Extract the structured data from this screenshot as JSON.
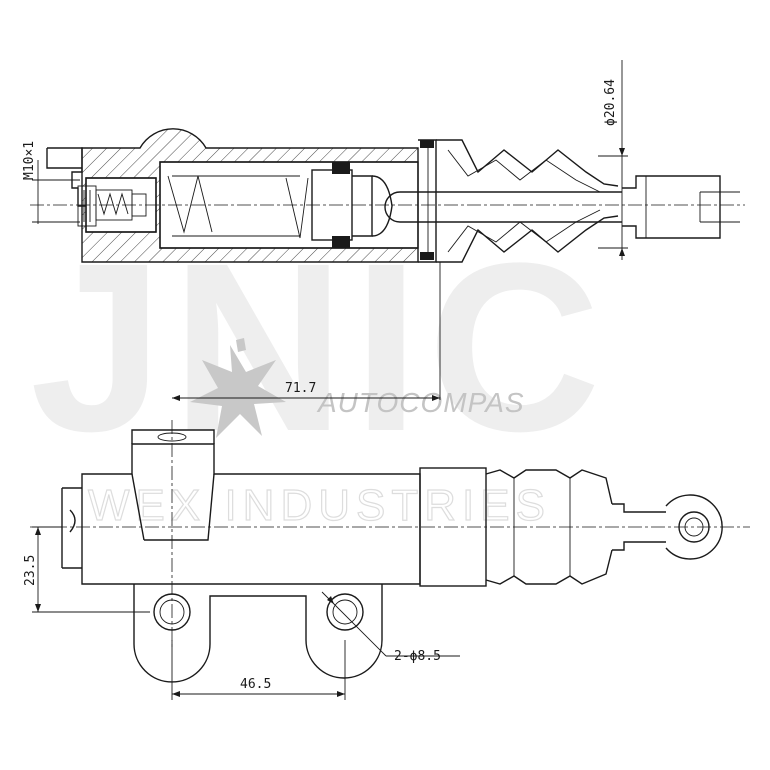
{
  "watermarks": {
    "brand": "JNIC",
    "autocompas": "AUTOCOMPAS",
    "industries": "WEX INDUSTRIES"
  },
  "dimensions": {
    "thread": "M10×1",
    "boot_diameter": "ϕ20.64",
    "mount_offset": "71.7",
    "center_height": "23.5",
    "hole_spacing": "46.5",
    "holes": "2-ϕ8.5"
  }
}
